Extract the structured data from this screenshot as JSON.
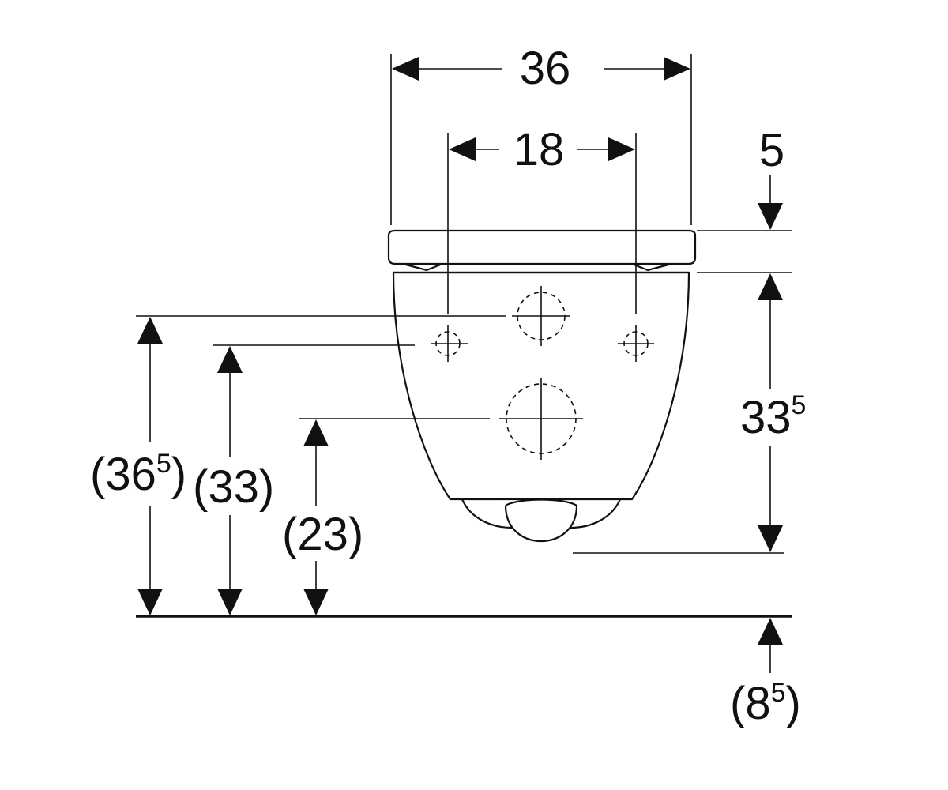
{
  "dimensions": {
    "overall_width": {
      "value": "36"
    },
    "fixing_spacing": {
      "value": "18"
    },
    "seat_thickness": {
      "value": "5"
    },
    "bowl_height": {
      "main": "33",
      "sup": "5"
    },
    "height_upper_fixing": {
      "open": "(36",
      "sup": "5",
      "close": ")"
    },
    "height_lower_fixing": {
      "value": "(33)"
    },
    "height_waste_outlet": {
      "value": "(23)"
    },
    "outlet_below_floor": {
      "open": "(8",
      "sup": "5",
      "close": ")"
    }
  },
  "colors": {
    "line": "#111111",
    "background": "#ffffff"
  }
}
